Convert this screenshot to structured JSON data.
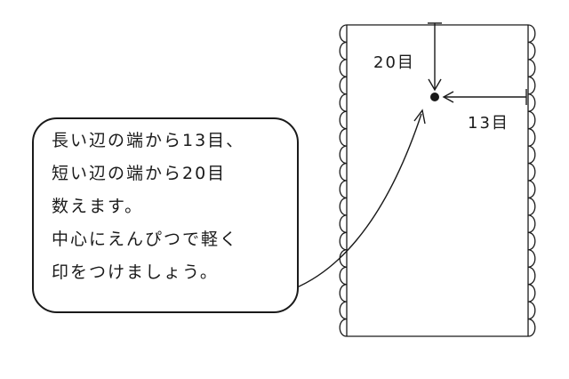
{
  "instruction": {
    "lines": [
      "長い辺の端から13目、",
      "短い辺の端から20目",
      "数えます。",
      "中心にえんぴつで軽く",
      "印をつけましょう。"
    ]
  },
  "measurements": {
    "top_offset": "20目",
    "side_offset": "13目"
  },
  "colors": {
    "line": "#1a1a1a",
    "background": "#ffffff"
  }
}
